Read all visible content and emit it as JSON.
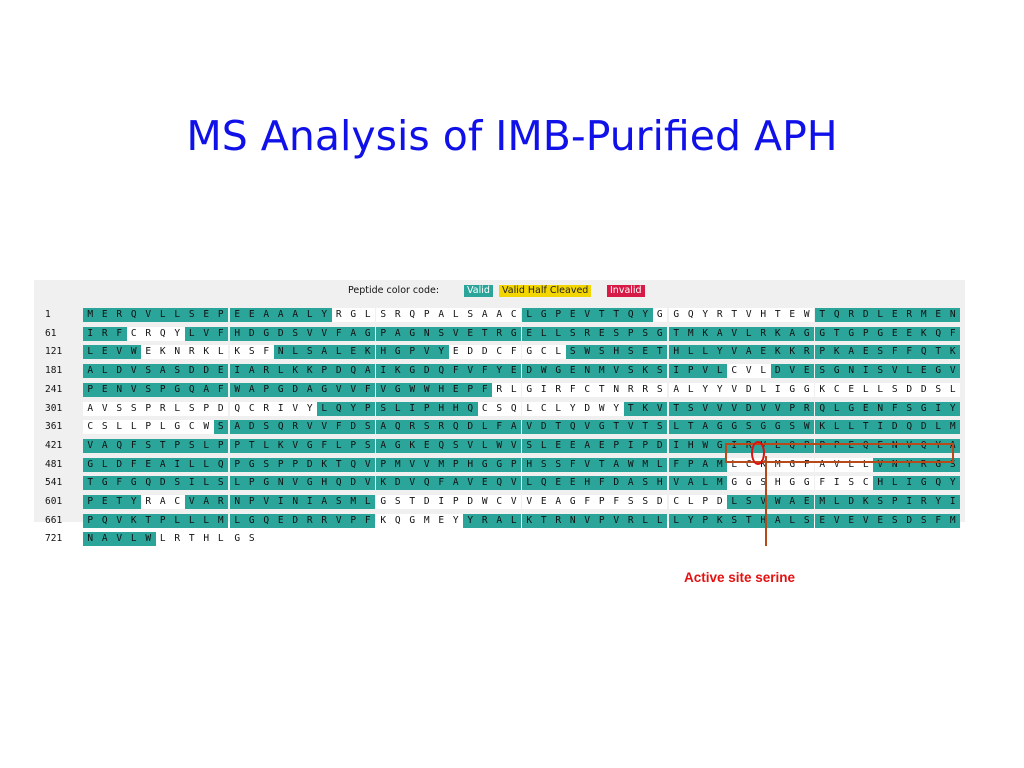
{
  "title": "MS Analysis of IMB-Purified APH",
  "legend": {
    "label": "Peptide color code:",
    "valid": "Valid",
    "half": "Valid Half Cleaved",
    "invalid": "Invalid"
  },
  "colors": {
    "valid": "#2ba59a",
    "half": "#f3d600",
    "invalid": "#d61b46",
    "title": "#1010e8",
    "annotation": "#e41111"
  },
  "rows": [
    {
      "num": "1",
      "blocks": [
        {
          "seq": "MERQVLLSEP",
          "cov": "1111111111"
        },
        {
          "seq": "EEAAALYRGL",
          "cov": "1111111000"
        },
        {
          "seq": "SRQPALSAAC",
          "cov": "0000000000"
        },
        {
          "seq": "LGPEVTTQYG",
          "cov": "1111111110"
        },
        {
          "seq": "GQYRTVHTEW",
          "cov": "0000000000"
        },
        {
          "seq": "TQRDLERMEN",
          "cov": "1111111111"
        }
      ]
    },
    {
      "num": "61",
      "blocks": [
        {
          "seq": "IRFCRQYLVF",
          "cov": "1110000111"
        },
        {
          "seq": "HDGDSVVFAG",
          "cov": "1111111111"
        },
        {
          "seq": "PAGNSVETRG",
          "cov": "1111111111"
        },
        {
          "seq": "ELLSRESPSG",
          "cov": "1111111111"
        },
        {
          "seq": "TMKAVLRKAG",
          "cov": "1111111111"
        },
        {
          "seq": "GTGPGEEKQF",
          "cov": "1111111111"
        }
      ]
    },
    {
      "num": "121",
      "blocks": [
        {
          "seq": "LEVWEKNRKL",
          "cov": "1111000000"
        },
        {
          "seq": "KSFNLSALEK",
          "cov": "0001111111"
        },
        {
          "seq": "HGPVYEDDCF",
          "cov": "1111100000"
        },
        {
          "seq": "GCLSWSHSET",
          "cov": "0001111111"
        },
        {
          "seq": "HLLYVAEKKR",
          "cov": "1111111111"
        },
        {
          "seq": "PKAESFFQTK",
          "cov": "1111111111"
        }
      ]
    },
    {
      "num": "181",
      "blocks": [
        {
          "seq": "ALDVSASDDE",
          "cov": "1111111111"
        },
        {
          "seq": "IARLKKPDQA",
          "cov": "1111111111"
        },
        {
          "seq": "IKGDQFVFYE",
          "cov": "1111111111"
        },
        {
          "seq": "DWGENMVSKS",
          "cov": "1111111111"
        },
        {
          "seq": "IPVLCVLDVE",
          "cov": "1111000111"
        },
        {
          "seq": "SGNISVLEGV",
          "cov": "1111111111"
        }
      ]
    },
    {
      "num": "241",
      "blocks": [
        {
          "seq": "PENVSPGQAF",
          "cov": "1111111111"
        },
        {
          "seq": "WAPGDAGVVF",
          "cov": "1111111111"
        },
        {
          "seq": "VGWWHEPFRL",
          "cov": "1111111100"
        },
        {
          "seq": "GIRFCTNRRS",
          "cov": "0000000000"
        },
        {
          "seq": "ALYYVDLIGG",
          "cov": "0000000000"
        },
        {
          "seq": "KCELLSDDSL",
          "cov": "0000000000"
        }
      ]
    },
    {
      "num": "301",
      "blocks": [
        {
          "seq": "AVSSPRLSPD",
          "cov": "0000000000"
        },
        {
          "seq": "QCRIVYLQYP",
          "cov": "0000001111"
        },
        {
          "seq": "SLIPHHQCSQ",
          "cov": "1111111000"
        },
        {
          "seq": "LCLYDWYTKV",
          "cov": "0000000111"
        },
        {
          "seq": "TSVVVDVVPR",
          "cov": "1111111111"
        },
        {
          "seq": "QLGENFSGIY",
          "cov": "1111111111"
        }
      ]
    },
    {
      "num": "361",
      "blocks": [
        {
          "seq": "CSLLPLGCWS",
          "cov": "0000000001"
        },
        {
          "seq": "ADSQRVVFDS",
          "cov": "1111111111"
        },
        {
          "seq": "AQRSRQDLFA",
          "cov": "1111111111"
        },
        {
          "seq": "VDTQVGTVTS",
          "cov": "1111111111"
        },
        {
          "seq": "LTAGGSGGSW",
          "cov": "1111111111"
        },
        {
          "seq": "KLLTIDQDLM",
          "cov": "1111111111"
        }
      ]
    },
    {
      "num": "421",
      "blocks": [
        {
          "seq": "VAQFSTPSLP",
          "cov": "1111111111"
        },
        {
          "seq": "PTLKVGFLPS",
          "cov": "1111111111"
        },
        {
          "seq": "AGKEQSVLWV",
          "cov": "1111111111"
        },
        {
          "seq": "SLEEAEPIPD",
          "cov": "1111111111"
        },
        {
          "seq": "IHWGIRVLQP",
          "cov": "1111111111"
        },
        {
          "seq": "PPEQENVQYA",
          "cov": "1111111111"
        }
      ]
    },
    {
      "num": "481",
      "blocks": [
        {
          "seq": "GLDFEAILLQ",
          "cov": "1111111111"
        },
        {
          "seq": "PGSPPDKTQV",
          "cov": "1111111111"
        },
        {
          "seq": "PMVVMPHGGP",
          "cov": "1111111111"
        },
        {
          "seq": "HSSFVTAWML",
          "cov": "1111111111"
        },
        {
          "seq": "FPAMLCKMGF",
          "cov": "1111000000"
        },
        {
          "seq": "AVLLVNYRGS",
          "cov": "0000111111"
        }
      ]
    },
    {
      "num": "541",
      "blocks": [
        {
          "seq": "TGFGQDSILS",
          "cov": "1111111111"
        },
        {
          "seq": "LPGNVGHQDV",
          "cov": "1111111111"
        },
        {
          "seq": "KDVQFAVEQV",
          "cov": "1111111111"
        },
        {
          "seq": "LQEEHFDASH",
          "cov": "1111111111"
        },
        {
          "seq": "VALMGGSHGG",
          "cov": "1111000000"
        },
        {
          "seq": "FISCHLIGQY",
          "cov": "0000111111"
        }
      ]
    },
    {
      "num": "601",
      "blocks": [
        {
          "seq": "PETYRACVAR",
          "cov": "1111000111"
        },
        {
          "seq": "NPVINIASML",
          "cov": "1111111111"
        },
        {
          "seq": "GSTDIPDWCV",
          "cov": "0000000000"
        },
        {
          "seq": "VEAGFPFSSD",
          "cov": "0000000000"
        },
        {
          "seq": "CLPDLSVWAE",
          "cov": "0000111111"
        },
        {
          "seq": "MLDKSPIRYI",
          "cov": "1111111111"
        }
      ]
    },
    {
      "num": "661",
      "blocks": [
        {
          "seq": "PQVKTPLLLM",
          "cov": "1111111111"
        },
        {
          "seq": "LGQEDRRVPF",
          "cov": "1111111111"
        },
        {
          "seq": "KQGMEYYRAL",
          "cov": "0000001111"
        },
        {
          "seq": "KTRNVPVRLL",
          "cov": "1111111111"
        },
        {
          "seq": "LYPKSTHALS",
          "cov": "1111111111"
        },
        {
          "seq": "EVEVESDSFM",
          "cov": "1111111111"
        }
      ]
    },
    {
      "num": "721",
      "blocks": [
        {
          "seq": "NAVLWLRTHL",
          "cov": "1111100000"
        },
        {
          "seq": "GS",
          "cov": "00"
        }
      ]
    }
  ],
  "annotation": {
    "label": "Active site serine"
  }
}
